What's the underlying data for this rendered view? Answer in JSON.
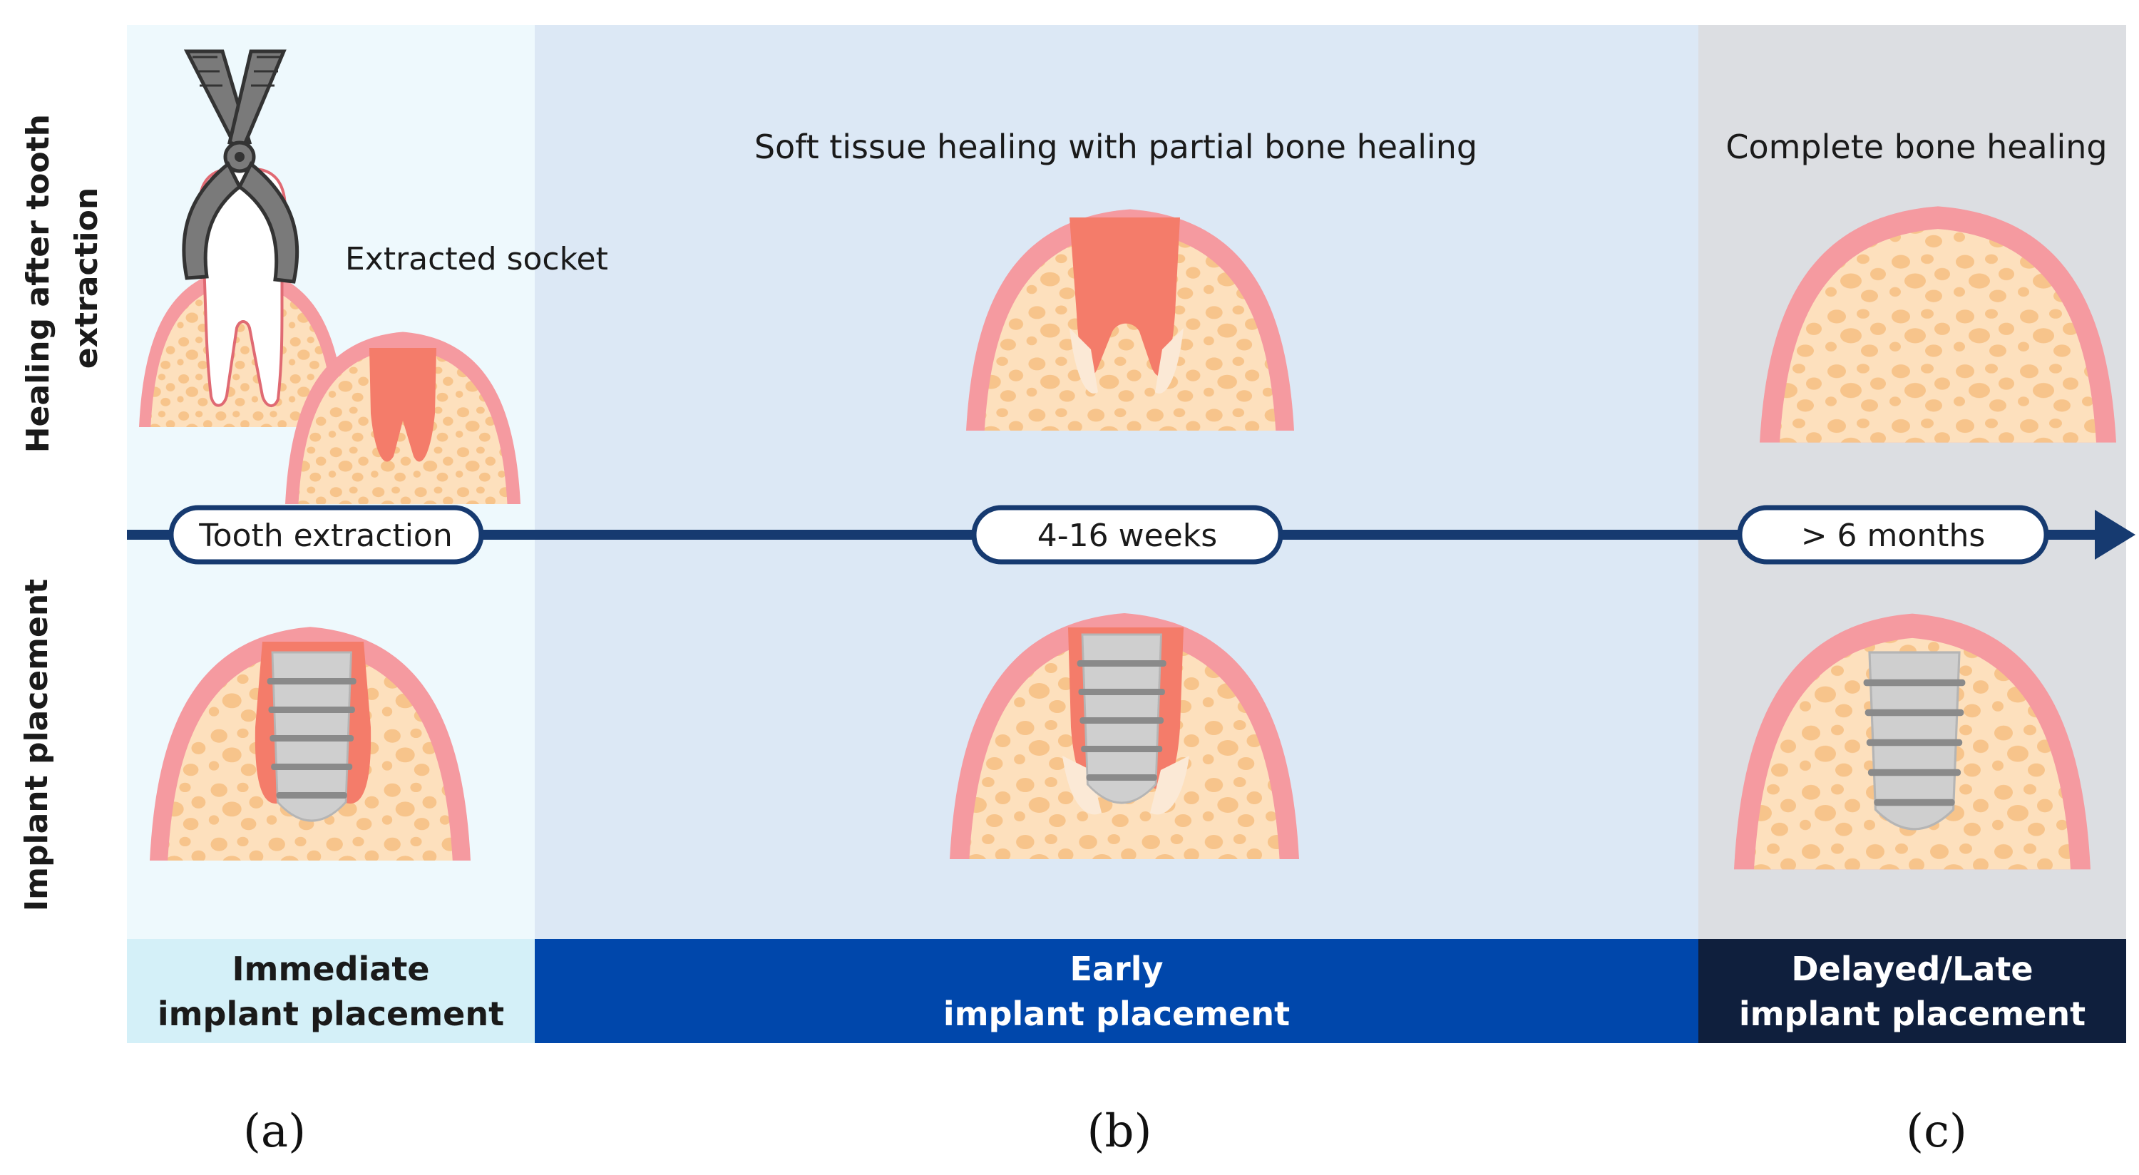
{
  "side_labels": {
    "top": [
      "Healing after tooth",
      "extraction"
    ],
    "bottom": "Implant placement"
  },
  "top_captions": {
    "extracted_socket": "Extracted socket",
    "soft_tissue": "Soft tissue healing with partial bone healing",
    "complete_bone": "Complete bone healing"
  },
  "timeline": {
    "points": [
      "Tooth extraction",
      "4-16 weeks",
      "> 6 months"
    ]
  },
  "phases": [
    {
      "line1": "Immediate",
      "line2": "implant placement",
      "text_color": "#111111",
      "bg": "#d4f0f8"
    },
    {
      "line1": "Early",
      "line2": "implant placement",
      "text_color": "#ffffff",
      "bg": "#0047ab"
    },
    {
      "line1": "Delayed/Late",
      "line2": "implant placement",
      "text_color": "#ffffff",
      "bg": "#0f1f3d"
    }
  ],
  "panel_letters": [
    "(a)",
    "(b)",
    "(c)"
  ],
  "colors": {
    "col_a_bg": "#eef9fd",
    "col_b_bg": "#dce8f5",
    "col_c_bg": "#dcdee2",
    "timeline": "#163a70",
    "gum": "#f59aa0",
    "bone": "#fde0bd",
    "bone_spot": "#f7c48b",
    "soft_tissue": "#f47c6a",
    "implant": "#c8c8c8",
    "implant_thread": "#8a8a8a",
    "forceps": "#7a7a7a"
  },
  "icons": [
    "forceps-icon",
    "tooth-icon",
    "implant-icon"
  ]
}
